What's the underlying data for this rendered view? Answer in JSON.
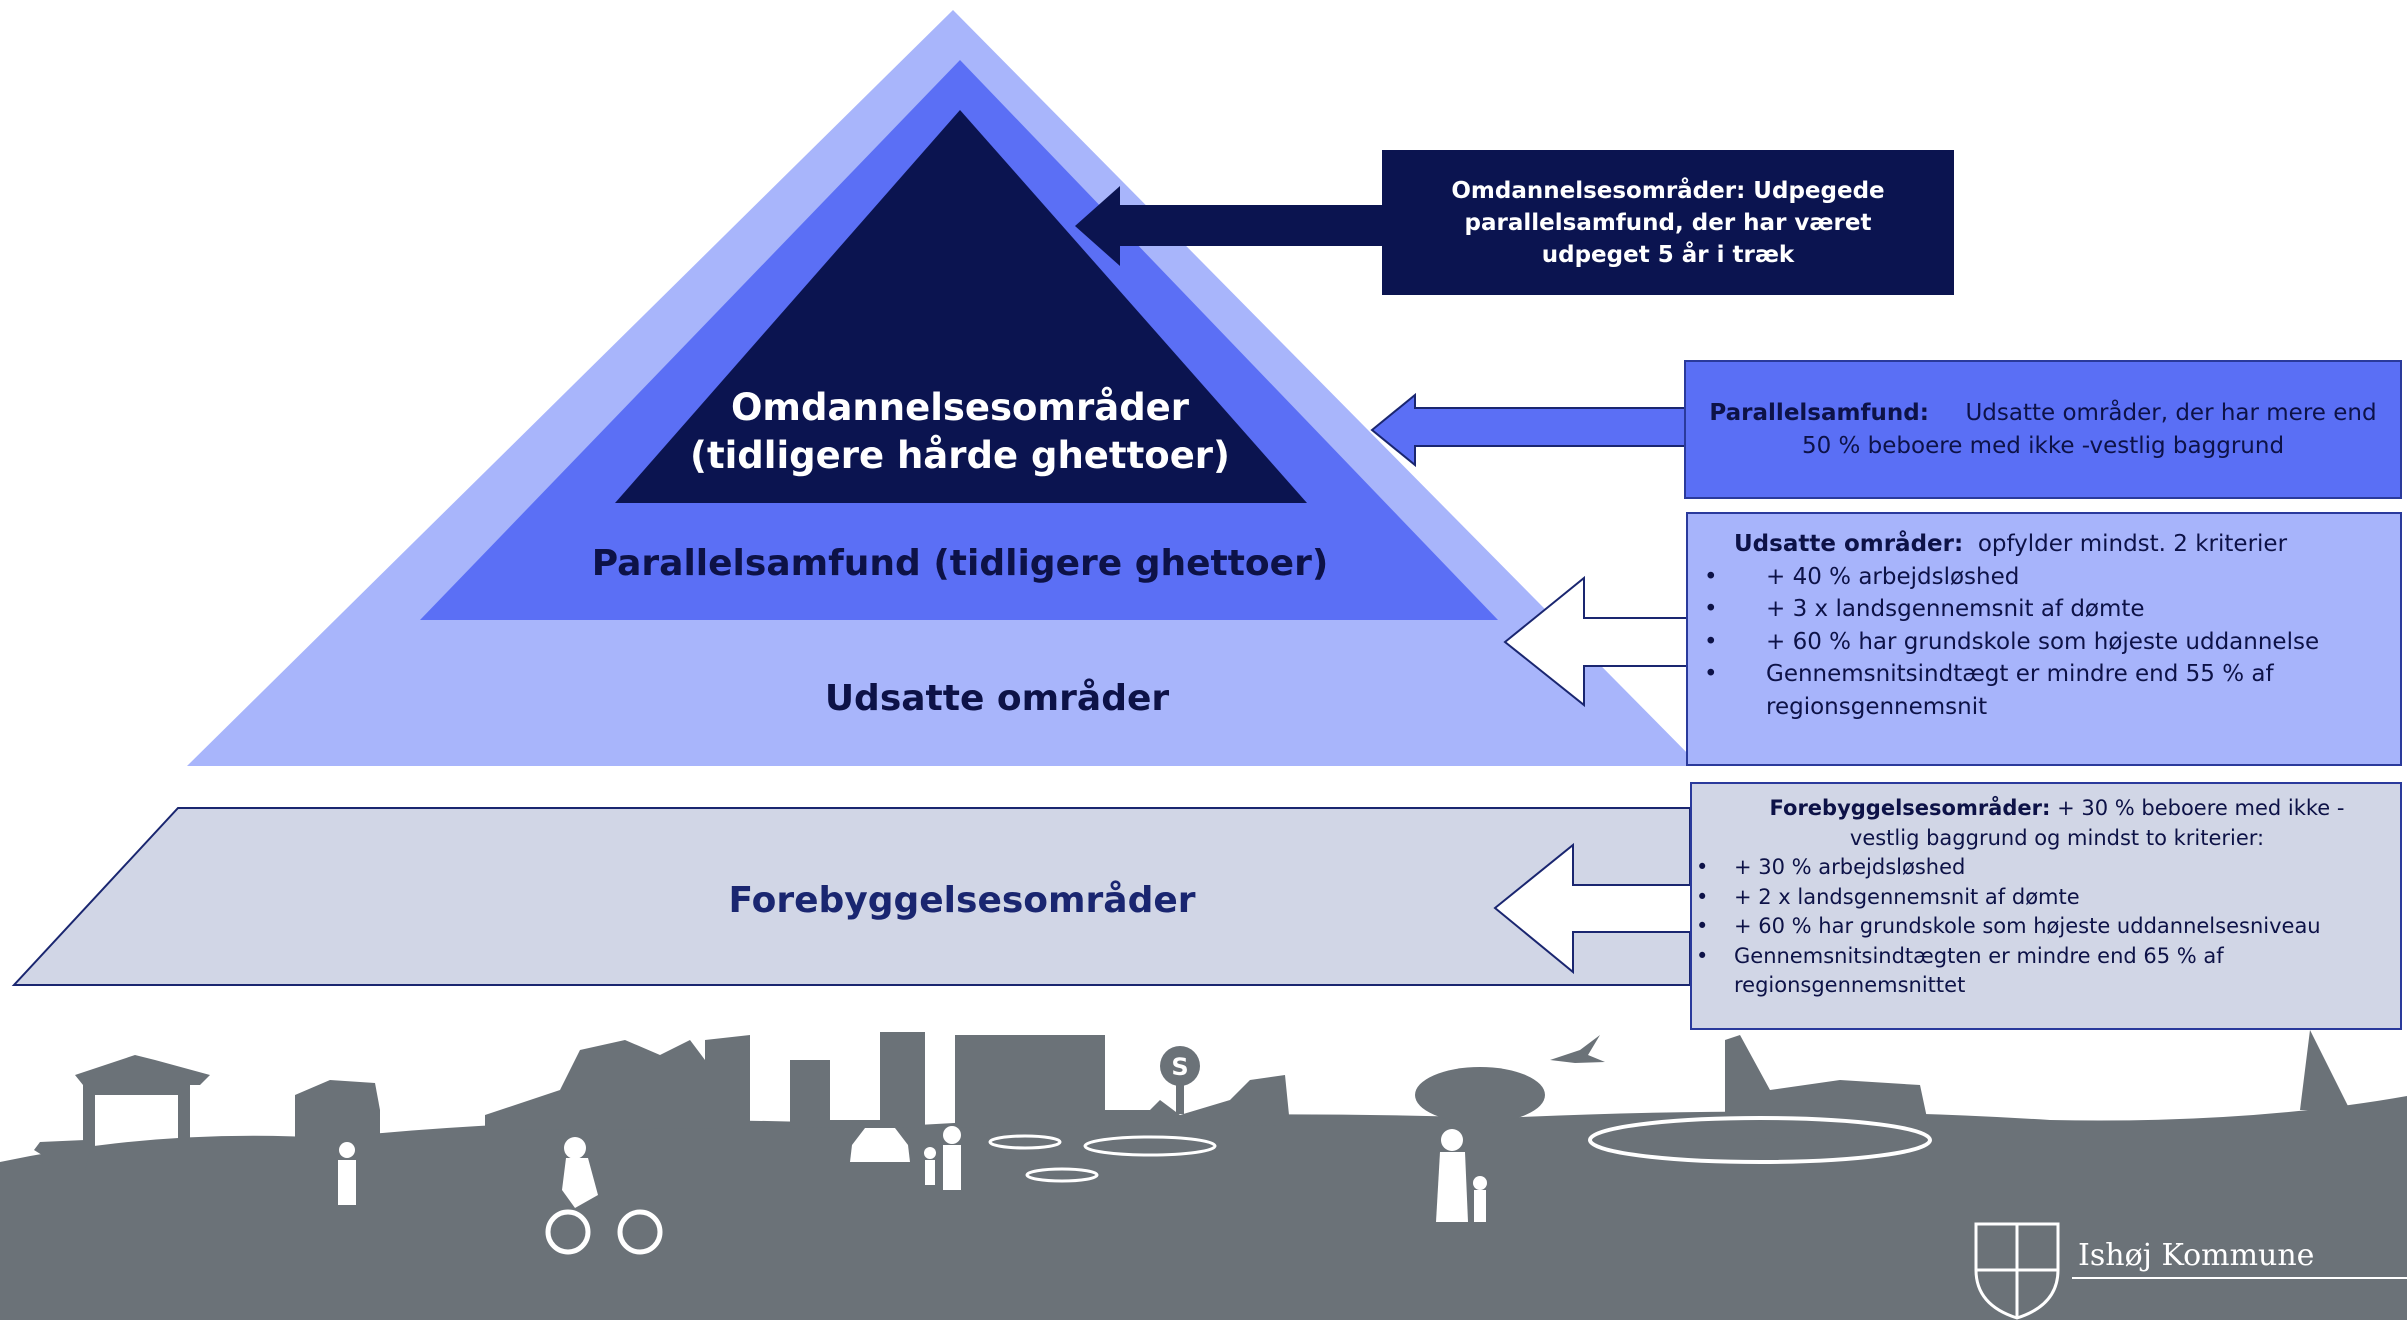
{
  "pyramid": {
    "tier_top_line1": "Omdannelsesområder",
    "tier_top_line2": "(tidligere hårde ghettoer)",
    "tier_mid": "Parallelsamfund (tidligere ghettoer)",
    "tier_low": "Udsatte områder",
    "base": "Forebyggelsesområder"
  },
  "box_omdannelse": {
    "text": "Omdannelsesområder: Udpegede parallelsamfund, der har været udpeget 5 år i træk"
  },
  "box_parallel": {
    "lead": "Parallelsamfund:",
    "text": "Udsatte områder, der har mere end 50 % beboere med ikke -vestlig baggrund"
  },
  "box_udsatte": {
    "lead": "Udsatte områder:",
    "intro": "opfylder mindst. 2 kriterier",
    "items": [
      "+ 40 % arbejdsløshed",
      "+ 3 x landsgennemsnit af dømte",
      "+ 60 % har grundskole som højeste uddannelse",
      "Gennemsnitsindtægt er mindre end 55 % af regionsgennemsnit"
    ]
  },
  "box_forebyggelse": {
    "lead": "Forebyggelsesområder:",
    "intro": "+ 30 % beboere med ikke - vestlig baggrund og mindst to kriterier:",
    "items": [
      "+ 30 % arbejdsløshed",
      "+ 2 x landsgennemsnit af dømte",
      "+ 60 % har grundskole som højeste uddannelsesniveau",
      "Gennemsnitsindtægten er mindre end 65 % af regionsgennemsnittet"
    ]
  },
  "footer": {
    "sign_letter": "S",
    "logo_text": "Ishøj Kommune"
  },
  "colors": {
    "outer": "#a8b5fb",
    "middle": "#5b6ff5",
    "inner": "#0b1450",
    "base": "#d1d6e6",
    "skyline": "#6b7278"
  }
}
